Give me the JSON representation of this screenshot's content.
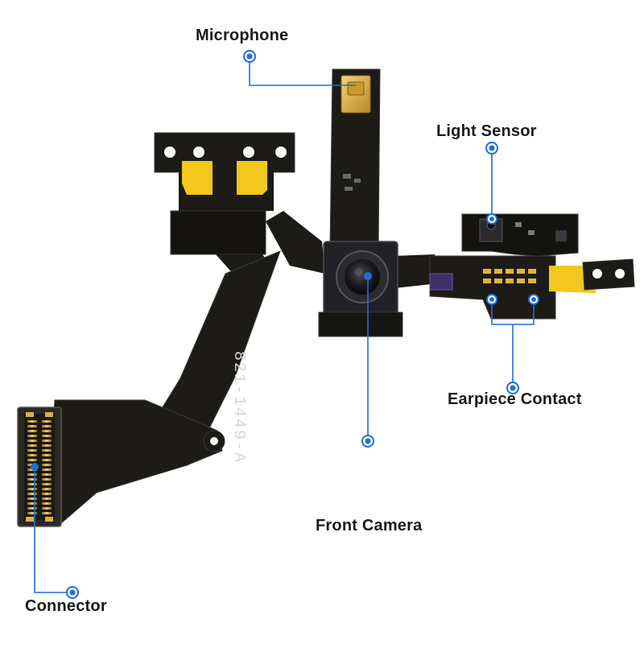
{
  "labels": {
    "microphone": "Microphone",
    "light_sensor": "Light Sensor",
    "earpiece_contact": "Earpiece Contact",
    "front_camera": "Front Camera",
    "connector": "Connector"
  },
  "cable_marking": "821-1449-A",
  "colors": {
    "leader": "#1e6fd6",
    "flex": "#1c1b18",
    "flex_edge": "#3a3832",
    "gold": "#e3b53a",
    "yellow_pad": "#f2c81e",
    "tape": "#c9a13a"
  }
}
